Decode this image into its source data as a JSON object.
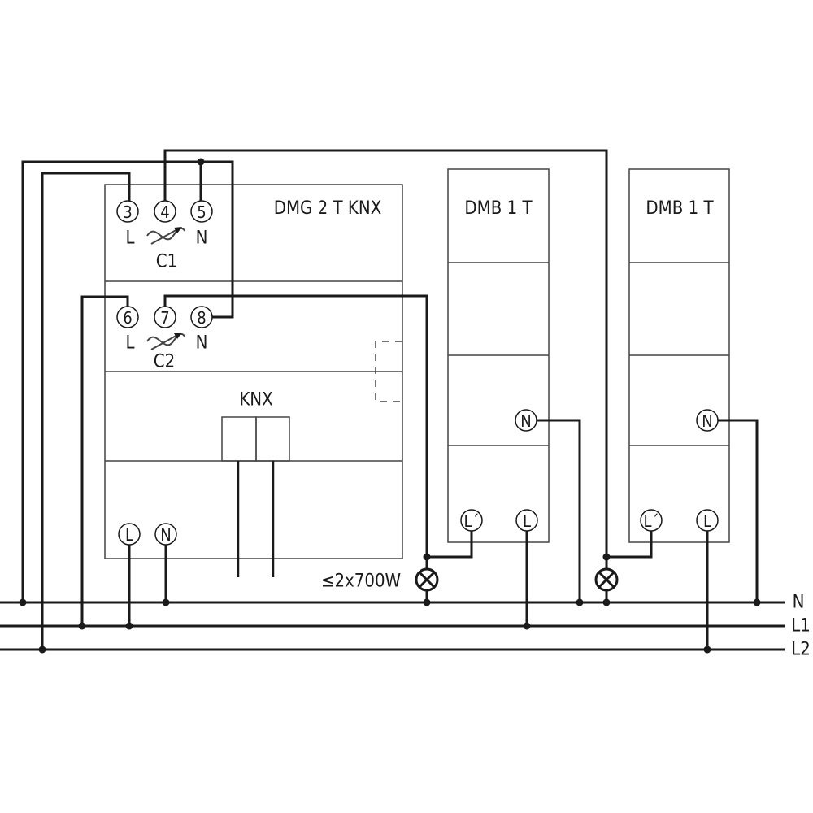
{
  "devices": {
    "dimmer": {
      "title": "DMG 2 T KNX",
      "channel1": {
        "terminals": [
          "3",
          "4",
          "5"
        ],
        "left_label": "L",
        "right_label": "N",
        "name": "C1"
      },
      "channel2": {
        "terminals": [
          "6",
          "7",
          "8"
        ],
        "left_label": "L",
        "right_label": "N",
        "name": "C2"
      },
      "bus_label": "KNX",
      "supply_terminals": [
        "L",
        "N"
      ]
    },
    "booster1": {
      "title": "DMB 1 T",
      "n_terminal": "N",
      "lout_terminal": "L´",
      "l_terminal": "L"
    },
    "booster2": {
      "title": "DMB 1 T",
      "n_terminal": "N",
      "lout_terminal": "L´",
      "l_terminal": "L"
    }
  },
  "load_label": "≤2x700W",
  "buses": {
    "n": "N",
    "l1": "L1",
    "l2": "L2"
  }
}
